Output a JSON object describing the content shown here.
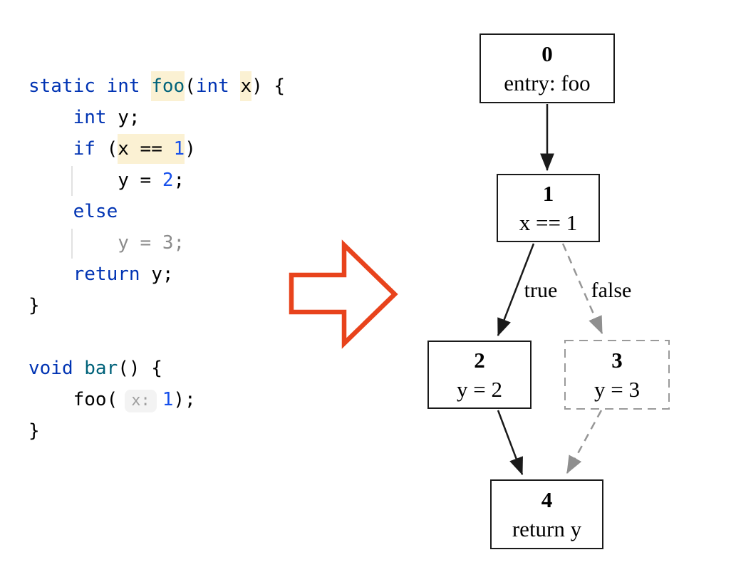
{
  "colors": {
    "keyword": "#0033B3",
    "function_decl": "#00627A",
    "number": "#1750EB",
    "plain": "#000000",
    "dead_code": "#8C8C8C",
    "highlight_bg": "#FBF1D3",
    "hint_text": "#9E9E9E",
    "hint_bg": "#F3F3F3",
    "arrow_stroke": "#E8431C",
    "edge_black": "#1A1A1A",
    "edge_gray": "#969696"
  },
  "code": {
    "lines": [
      {
        "tokens": [
          {
            "t": "static int ",
            "c": "kw"
          },
          {
            "t": "foo",
            "c": "fn hl"
          },
          {
            "t": "(",
            "c": "pl"
          },
          {
            "t": "int",
            "c": "kw"
          },
          {
            "t": " ",
            "c": "pl"
          },
          {
            "t": "x",
            "c": "pl hl"
          },
          {
            "t": ") {",
            "c": "pl"
          }
        ]
      },
      {
        "tokens": [
          {
            "t": "    ",
            "c": "pl"
          },
          {
            "t": "int",
            "c": "kw"
          },
          {
            "t": " y;",
            "c": "pl"
          }
        ]
      },
      {
        "tokens": [
          {
            "t": "    ",
            "c": "pl"
          },
          {
            "t": "if",
            "c": "kw"
          },
          {
            "t": " (",
            "c": "pl"
          },
          {
            "t": "x == ",
            "c": "pl hl"
          },
          {
            "t": "1",
            "c": "num hl"
          },
          {
            "t": ")",
            "c": "pl"
          }
        ]
      },
      {
        "tokens": [
          {
            "t": "        ",
            "c": "pl"
          },
          {
            "t": "y = ",
            "c": "pl"
          },
          {
            "t": "2",
            "c": "num"
          },
          {
            "t": ";",
            "c": "pl"
          }
        ]
      },
      {
        "tokens": [
          {
            "t": "    ",
            "c": "pl"
          },
          {
            "t": "else",
            "c": "kw"
          }
        ]
      },
      {
        "tokens": [
          {
            "t": "        y = 3;",
            "c": "gray"
          }
        ]
      },
      {
        "tokens": [
          {
            "t": "    ",
            "c": "pl"
          },
          {
            "t": "return",
            "c": "kw"
          },
          {
            "t": " y;",
            "c": "pl"
          }
        ]
      },
      {
        "tokens": [
          {
            "t": "}",
            "c": "pl"
          }
        ]
      },
      {
        "tokens": []
      },
      {
        "tokens": [
          {
            "t": "void",
            "c": "kw"
          },
          {
            "t": " ",
            "c": "pl"
          },
          {
            "t": "bar",
            "c": "fn"
          },
          {
            "t": "() {",
            "c": "pl"
          }
        ]
      },
      {
        "tokens": [
          {
            "t": "    foo(",
            "c": "pl"
          },
          {
            "t": "x:",
            "c": "hint"
          },
          {
            "t": "1",
            "c": "num"
          },
          {
            "t": ");",
            "c": "pl"
          }
        ]
      },
      {
        "tokens": [
          {
            "t": "}",
            "c": "pl"
          }
        ]
      }
    ]
  },
  "graph": {
    "nodes": [
      {
        "id": "0",
        "label": "entry: foo"
      },
      {
        "id": "1",
        "label": "x == 1"
      },
      {
        "id": "2",
        "label": "y = 2"
      },
      {
        "id": "3",
        "label": "y = 3"
      },
      {
        "id": "4",
        "label": "return y"
      }
    ],
    "edges": [
      {
        "from": "0",
        "to": "1",
        "style": "solid"
      },
      {
        "from": "1",
        "to": "2",
        "style": "solid",
        "label": "true"
      },
      {
        "from": "1",
        "to": "3",
        "style": "dashed",
        "label": "false"
      },
      {
        "from": "2",
        "to": "4",
        "style": "solid"
      },
      {
        "from": "3",
        "to": "4",
        "style": "dashed"
      }
    ],
    "labels": {
      "true": "true",
      "false": "false"
    }
  }
}
